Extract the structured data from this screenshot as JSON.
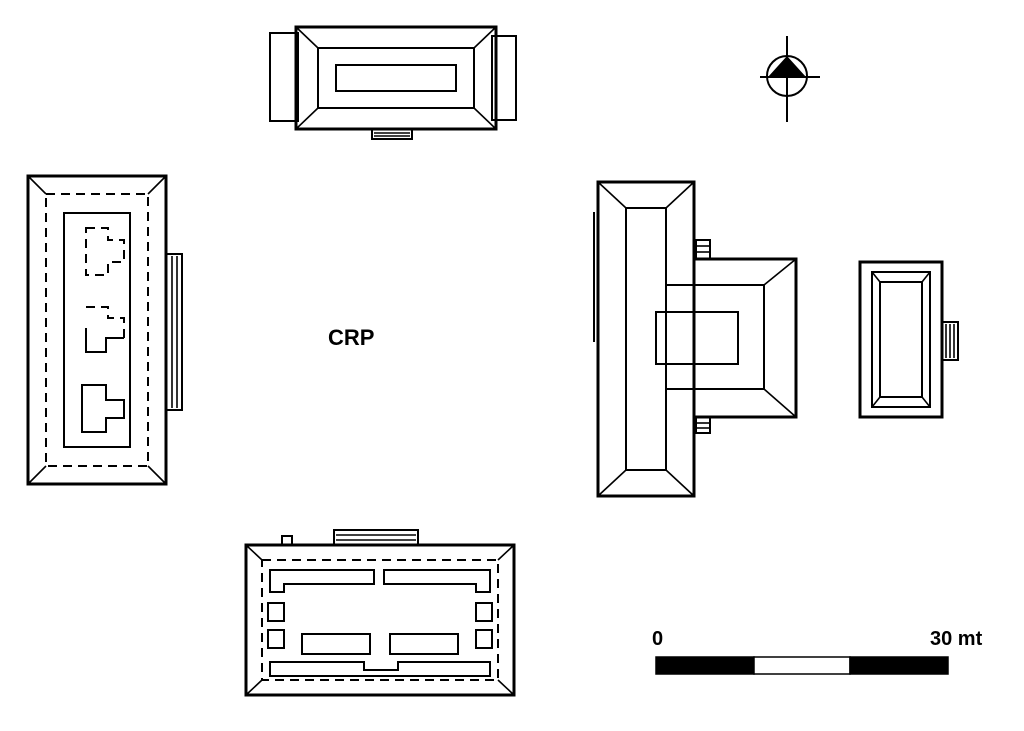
{
  "site_label": "CRP",
  "scale": {
    "min_label": "0",
    "max_label": "30 mt"
  },
  "north_arrow_icon": "north-arrow-icon",
  "colors": {
    "ink": "#000000",
    "paper": "#ffffff"
  }
}
